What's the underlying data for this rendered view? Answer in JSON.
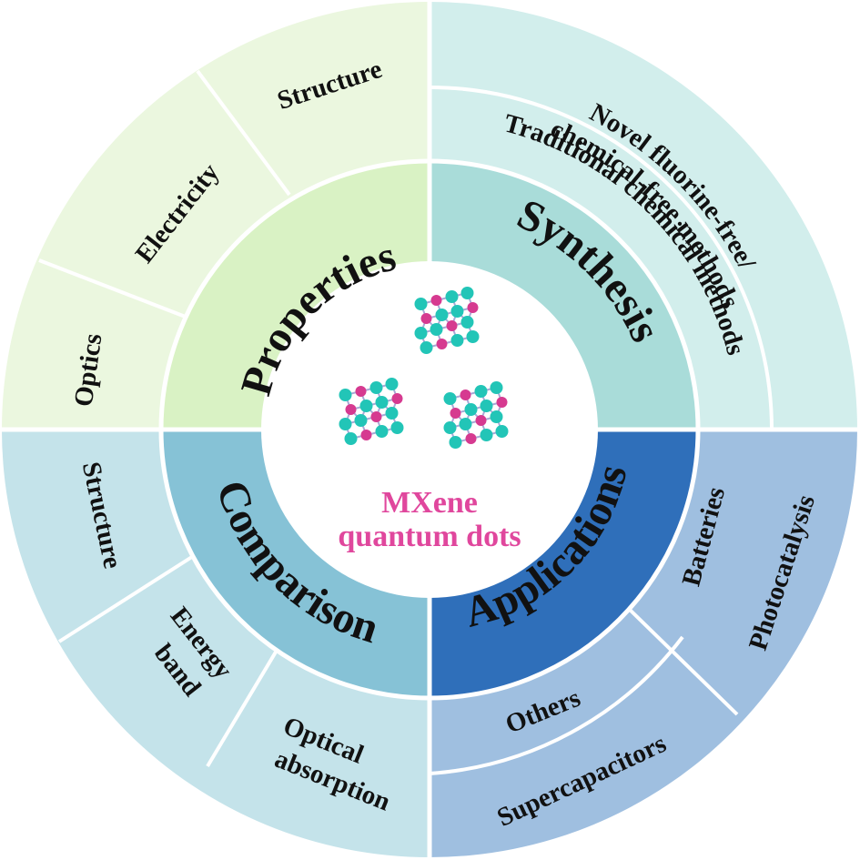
{
  "center": {
    "title_line1": "MXene",
    "title_line2": "quantum dots",
    "title_color": "#e0479d",
    "molecule_icon": "mxene-cluster-icon",
    "atom_colors": {
      "cyan": "#22c5b7",
      "magenta": "#d63a90",
      "bond": "#a9a9d6"
    }
  },
  "quadrants": {
    "properties": {
      "label": "Properties",
      "inner_color": "#d9f2c4",
      "outer_color": "#ebf7df",
      "items": [
        "Structure",
        "Electricity",
        "Optics"
      ]
    },
    "synthesis": {
      "label": "Synthesis",
      "inner_color": "#a9dcd9",
      "outer_color": "#d2eeec",
      "items": [
        "Traditional chemical methods",
        "Novel fluorine-free/",
        "chemical-free methods"
      ]
    },
    "applications": {
      "label": "Applications",
      "inner_color": "#2f6fba",
      "outer_color": "#9fbfe0",
      "items": [
        "Batteries",
        "Photocatalysis",
        "Others",
        "Supercapacitors"
      ]
    },
    "comparison": {
      "label": "Comparison",
      "inner_color": "#86c2d6",
      "outer_color": "#c4e3ea",
      "items": [
        "Structure",
        "Energy",
        "band",
        "Optical",
        "absorption"
      ]
    }
  }
}
